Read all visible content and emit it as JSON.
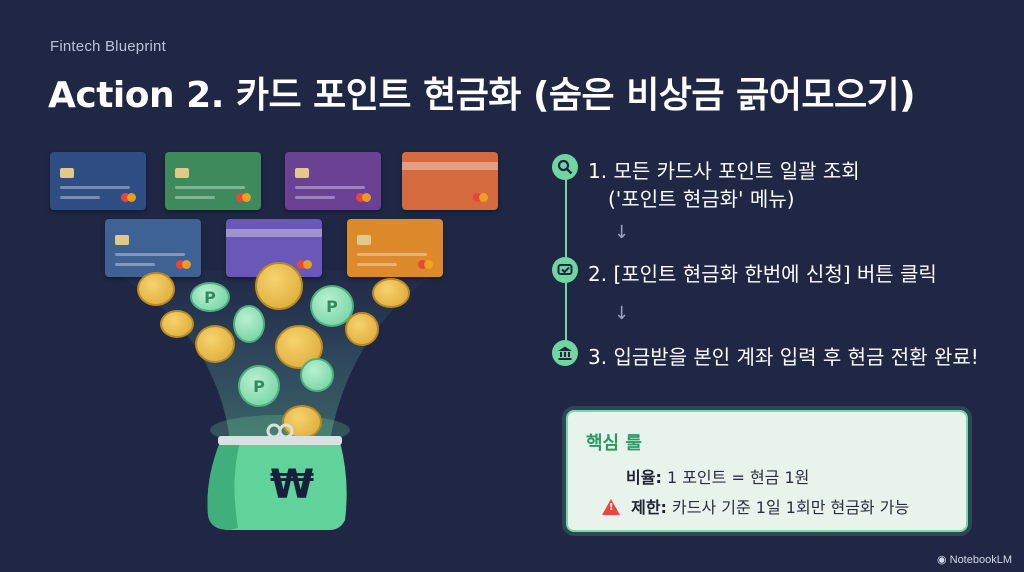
{
  "header": {
    "kicker": "Fintech Blueprint",
    "title": "Action 2. 카드 포인트 현금화 (숨은 비상금 긁어모으기)"
  },
  "illustration": {
    "wallet_symbol": "₩",
    "coin_symbol": "P",
    "card_colors": [
      "#2f4f84",
      "#3f8a5c",
      "#6a4193",
      "#d56a3e",
      "#3f6294",
      "#6a58b8",
      "#dd8a2c"
    ]
  },
  "steps": [
    {
      "icon": "search-icon",
      "label": "1. 모든 카드사 포인트 일괄 조회",
      "label2": "('포인트 현금화' 메뉴)"
    },
    {
      "icon": "click-icon",
      "label": "2. [포인트 현금화 한번에 신청] 버튼 클릭"
    },
    {
      "icon": "bank-icon",
      "label": "3. 입금받을 본인 계좌 입력 후 현금 전환 완료!"
    }
  ],
  "arrows": [
    "↓",
    "↓"
  ],
  "rules": {
    "title": "핵심 룰",
    "ratio_label": "비율:",
    "ratio_value": "1 포인트 = 현금 1원",
    "limit_label": "제한:",
    "limit_value": "카드사 기준 1일 1회만 현금화 가능"
  },
  "watermark": "NotebookLM",
  "colors": {
    "background": "#1f2745",
    "accent": "#6fd6a0",
    "wallet": "#5fd39a",
    "warning": "#e8463b"
  }
}
